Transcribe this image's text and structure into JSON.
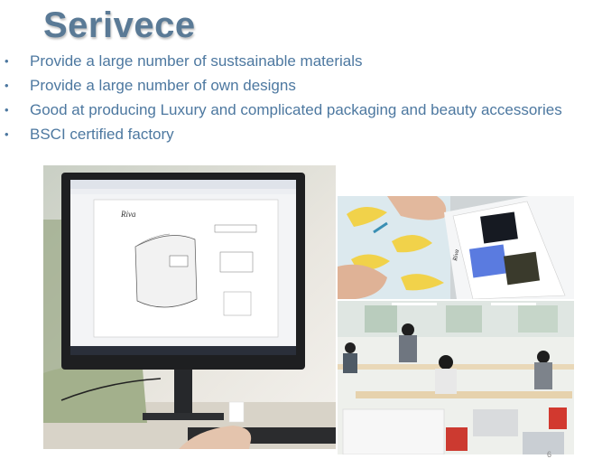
{
  "slide": {
    "title": "Serivece",
    "bullet_glyph": "•",
    "bullets": [
      "Provide a large number of sustsainable materials",
      "Provide a large number of own designs",
      "Good at producing Luxury and complicated packaging and beauty accessories",
      "BSCI certified factory"
    ],
    "page_number": "6"
  },
  "photos": {
    "monitor": {
      "brand_text": "Riva"
    },
    "swatches": {
      "card_text": "Riva"
    }
  },
  "colors": {
    "title": "#5a7a96",
    "bullet_text": "#4d78a0"
  }
}
